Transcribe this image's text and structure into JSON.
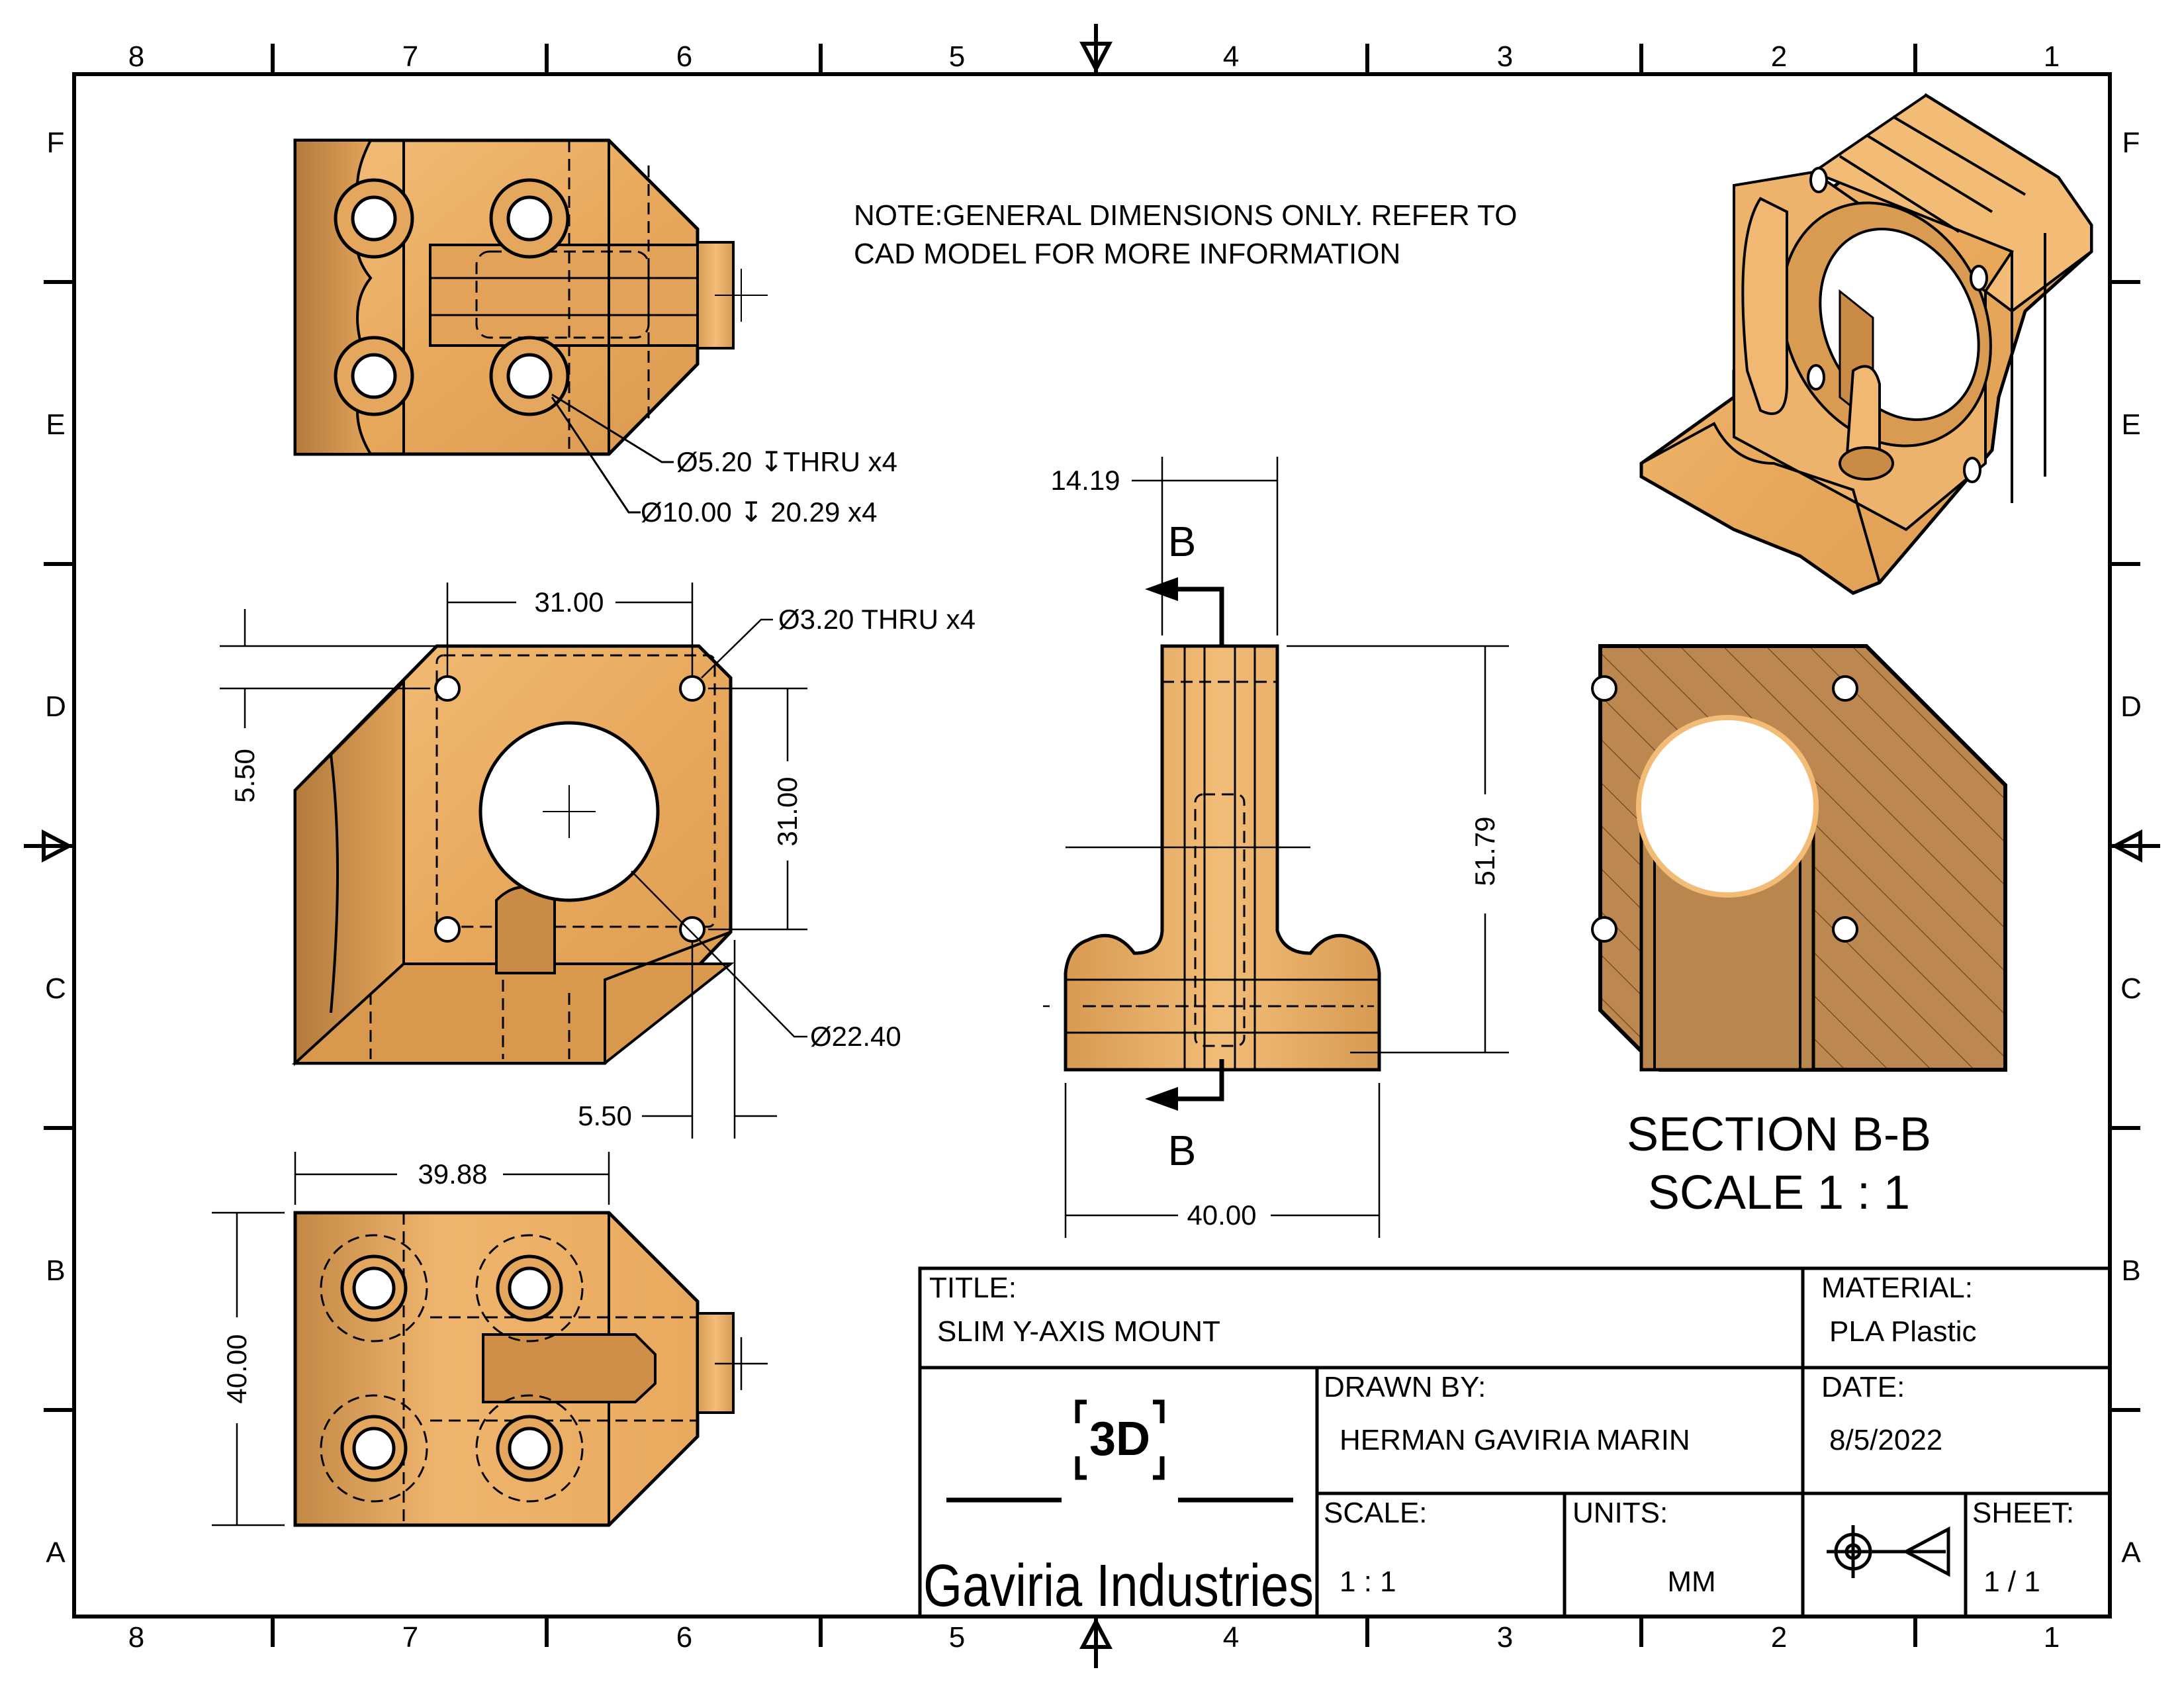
{
  "border": {
    "columns": [
      "8",
      "7",
      "6",
      "5",
      "4",
      "3",
      "2",
      "1"
    ],
    "rows": [
      "F",
      "E",
      "D",
      "C",
      "B",
      "A"
    ]
  },
  "note": {
    "line1": "NOTE:GENERAL DIMENSIONS ONLY. REFER TO",
    "line2": "CAD MODEL FOR MORE INFORMATION"
  },
  "top_view": {
    "callout_thru": "Ø5.20 ↧THRU x4",
    "callout_cbore": "Ø10.00 ↧ 20.29 x4"
  },
  "front_view": {
    "dim_top": "31.00",
    "dim_side_v": "31.00",
    "dim_left": "5.50",
    "dim_bottom": "5.50",
    "callout_holes": "Ø3.20 THRU x4",
    "callout_bore": "Ø22.40"
  },
  "side_view": {
    "dim_top": "14.19",
    "dim_height": "51.79",
    "dim_width": "40.00",
    "section_mark_top": "B",
    "section_mark_bottom": "B"
  },
  "bottom_view": {
    "dim_width": "39.88",
    "dim_height": "40.00"
  },
  "section": {
    "title": "SECTION B-B",
    "scale": "SCALE 1 : 1"
  },
  "title_block": {
    "title_label": "TITLE:",
    "title_value": "SLIM Y-AXIS MOUNT",
    "material_label": "MATERIAL:",
    "material_value": "PLA Plastic",
    "drawn_by_label": "DRAWN BY:",
    "drawn_by_value": "HERMAN GAVIRIA MARIN",
    "date_label": "DATE:",
    "date_value": "8/5/2022",
    "scale_label": "SCALE:",
    "scale_value": "1 : 1",
    "units_label": "UNITS:",
    "units_value": "MM",
    "sheet_label": "SHEET:",
    "sheet_value": "1 / 1",
    "logo_mark": "3D",
    "company": "Gaviria Industries"
  },
  "colors": {
    "part_fill": "#E9A95E",
    "part_light": "#F5C383",
    "part_dark": "#C68A45",
    "section_fill": "#B9864E",
    "line": "#000000"
  }
}
